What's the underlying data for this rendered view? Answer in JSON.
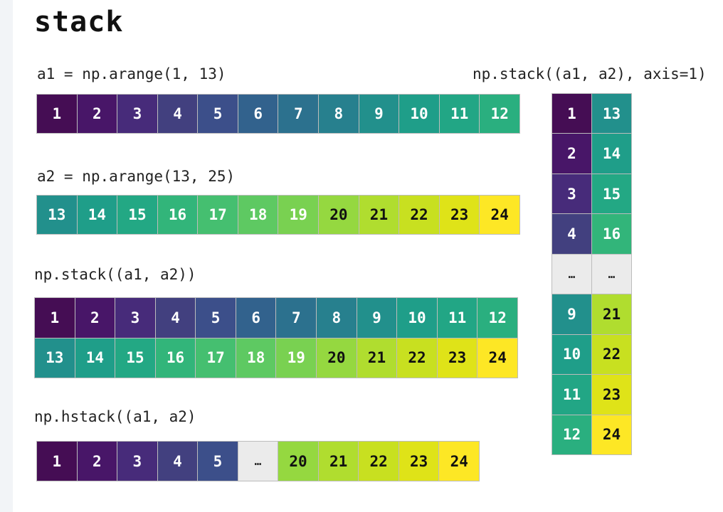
{
  "title": "stack",
  "code_a1": "a1 = np.arange(1, 13)",
  "code_a2": "a2 = np.arange(13, 25)",
  "code_stack": "np.stack((a1, a2))",
  "code_hstack": "np.hstack((a1, a2)",
  "code_stack_axis1": "np.stack((a1, a2), axis=1)",
  "colors": {
    "1": "#450d54",
    "2": "#481668",
    "3": "#472b7a",
    "4": "#42407f",
    "5": "#3c4f8a",
    "6": "#32628d",
    "7": "#2c718e",
    "8": "#27808e",
    "9": "#22908c",
    "10": "#1f9e89",
    "11": "#22a685",
    "12": "#2aaf7f",
    "13": "#22908c",
    "14": "#1f9e89",
    "15": "#23a884",
    "16": "#32b57a",
    "17": "#45bf70",
    "18": "#5ec962",
    "19": "#79d151",
    "20": "#95d840",
    "21": "#b0dd2f",
    "22": "#c8e020",
    "23": "#dfe318",
    "24": "#fde725",
    "ellipsis": "#ebebeb"
  },
  "a1": [
    "1",
    "2",
    "3",
    "4",
    "5",
    "6",
    "7",
    "8",
    "9",
    "10",
    "11",
    "12"
  ],
  "a2": [
    "13",
    "14",
    "15",
    "16",
    "17",
    "18",
    "19",
    "20",
    "21",
    "22",
    "23",
    "24"
  ],
  "stack_rows": [
    [
      "1",
      "2",
      "3",
      "4",
      "5",
      "6",
      "7",
      "8",
      "9",
      "10",
      "11",
      "12"
    ],
    [
      "13",
      "14",
      "15",
      "16",
      "17",
      "18",
      "19",
      "20",
      "21",
      "22",
      "23",
      "24"
    ]
  ],
  "hstack": [
    "1",
    "2",
    "3",
    "4",
    "5",
    "…",
    "20",
    "21",
    "22",
    "23",
    "24"
  ],
  "stack_axis1": [
    [
      "1",
      "13"
    ],
    [
      "2",
      "14"
    ],
    [
      "3",
      "15"
    ],
    [
      "4",
      "16"
    ],
    [
      "…",
      "…"
    ],
    [
      "9",
      "21"
    ],
    [
      "10",
      "22"
    ],
    [
      "11",
      "23"
    ],
    [
      "12",
      "24"
    ]
  ]
}
